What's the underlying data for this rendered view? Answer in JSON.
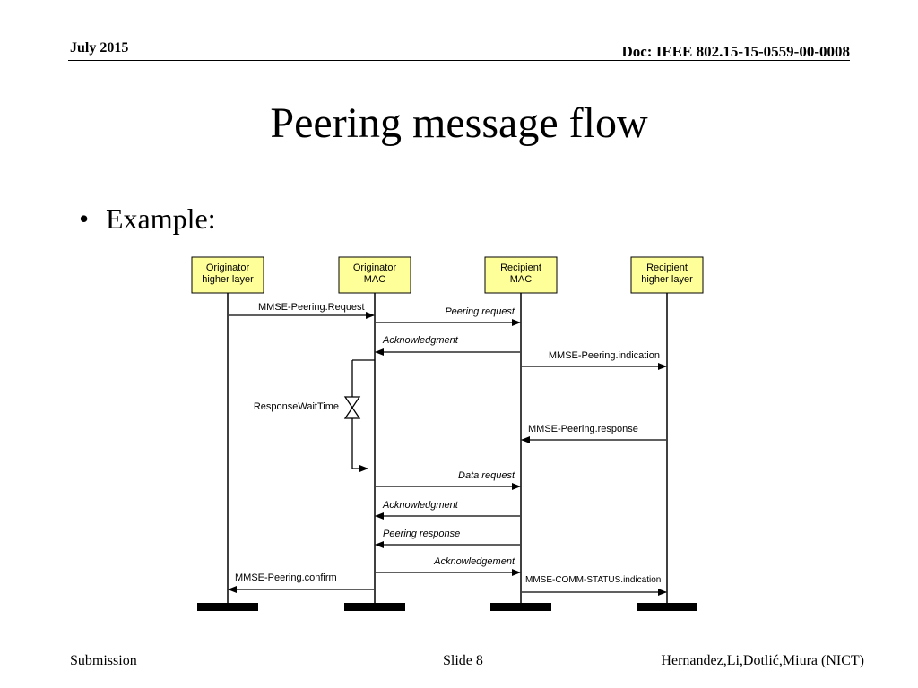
{
  "header": {
    "date": "July 2015",
    "doc": "Doc: IEEE 802.15-15-0559-00-0008"
  },
  "title": "Peering message flow",
  "bullet": "Example:",
  "diagram": {
    "participants": [
      {
        "line1": "Originator",
        "line2": "higher layer"
      },
      {
        "line1": "Originator",
        "line2": "MAC"
      },
      {
        "line1": "Recipient",
        "line2": "MAC"
      },
      {
        "line1": "Recipient",
        "line2": "higher layer"
      }
    ],
    "messages": [
      {
        "label": "MMSE-Peering.Request",
        "style": "normal"
      },
      {
        "label": "Peering request",
        "style": "italic"
      },
      {
        "label": "Acknowledgment",
        "style": "italic"
      },
      {
        "label": "MMSE-Peering.indication",
        "style": "normal"
      },
      {
        "label": "MMSE-Peering.response",
        "style": "normal"
      },
      {
        "label": "Data request",
        "style": "italic"
      },
      {
        "label": "Acknowledgment",
        "style": "italic"
      },
      {
        "label": "Peering response",
        "style": "italic"
      },
      {
        "label": "Acknowledgement",
        "style": "italic"
      },
      {
        "label": "MMSE-Peering.confirm",
        "style": "normal"
      },
      {
        "label": "MMSE-COMM-STATUS.indication",
        "style": "normal"
      }
    ],
    "timer_label": "ResponseWaitTime",
    "box_fill": "#ffff99"
  },
  "footer": {
    "left": "Submission",
    "center": "Slide 8",
    "right": "Hernandez,Li,Dotlić,Miura (NICT)"
  }
}
